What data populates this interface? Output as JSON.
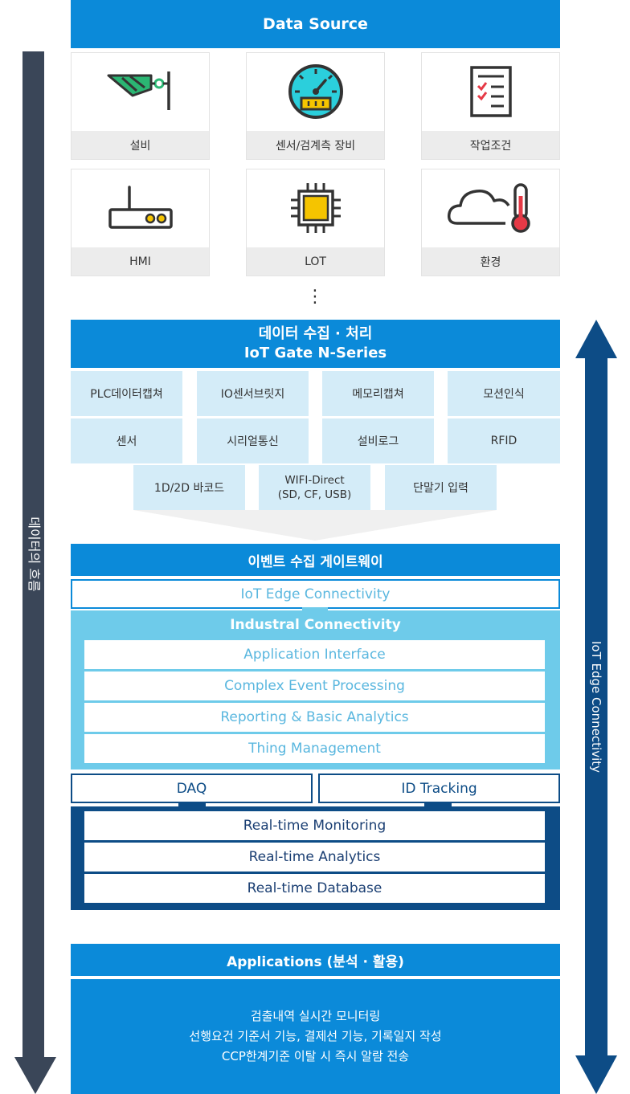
{
  "data_source": {
    "title": "Data Source",
    "items": [
      {
        "label": "설비",
        "icon": "camera-icon"
      },
      {
        "label": "센서/검계측 장비",
        "icon": "gauge-icon"
      },
      {
        "label": "작업조건",
        "icon": "checklist-icon"
      },
      {
        "label": "HMI",
        "icon": "router-icon"
      },
      {
        "label": "LOT",
        "icon": "chip-icon"
      },
      {
        "label": "환경",
        "icon": "weather-thermometer-icon"
      }
    ],
    "more": "⋮"
  },
  "collection": {
    "title_line1": "데이터 수집 · 처리",
    "title_line2": "IoT Gate N-Series",
    "row1": [
      "PLC데이터캡쳐",
      "IO센서브릿지",
      "메모리캡쳐",
      "모션인식"
    ],
    "row2": [
      "센서",
      "시리얼통신",
      "설비로그",
      "RFID"
    ],
    "row3": [
      {
        "line1": "1D/2D 바코드",
        "line2": ""
      },
      {
        "line1": "WIFI-Direct",
        "line2": "(SD, CF, USB)"
      },
      {
        "line1": "단말기 입력",
        "line2": ""
      }
    ]
  },
  "gateway": {
    "title": "이벤트 수집 게이트웨이",
    "edge": "IoT Edge Connectivity",
    "industrial_title": "Industral Connectivity",
    "industrial_rows": [
      "Application Interface",
      "Complex Event Processing",
      "Reporting & Basic Analytics",
      "Thing Management"
    ],
    "daq": "DAQ",
    "id_tracking": "ID Tracking",
    "realtime_rows": [
      "Real-time Monitoring",
      "Real-time Analytics",
      "Real-time Database"
    ]
  },
  "applications": {
    "title": "Applications (분석 · 활용)",
    "lines": [
      "검출내역 실시간 모니터링",
      "선행요건 기준서 기능, 결제선 기능, 기록일지 작성",
      "CCP한계기준 이탈 시 즉시 알람 전송"
    ]
  },
  "side": {
    "left_label": "데이터의 흐름",
    "right_label": "IoT Edge Connectivity"
  },
  "colors": {
    "primary": "#0b8ad9",
    "light": "#d4ecf8",
    "mid": "#6ecbea",
    "dark": "#0d4c86",
    "arrow_left": "#3a4658"
  }
}
